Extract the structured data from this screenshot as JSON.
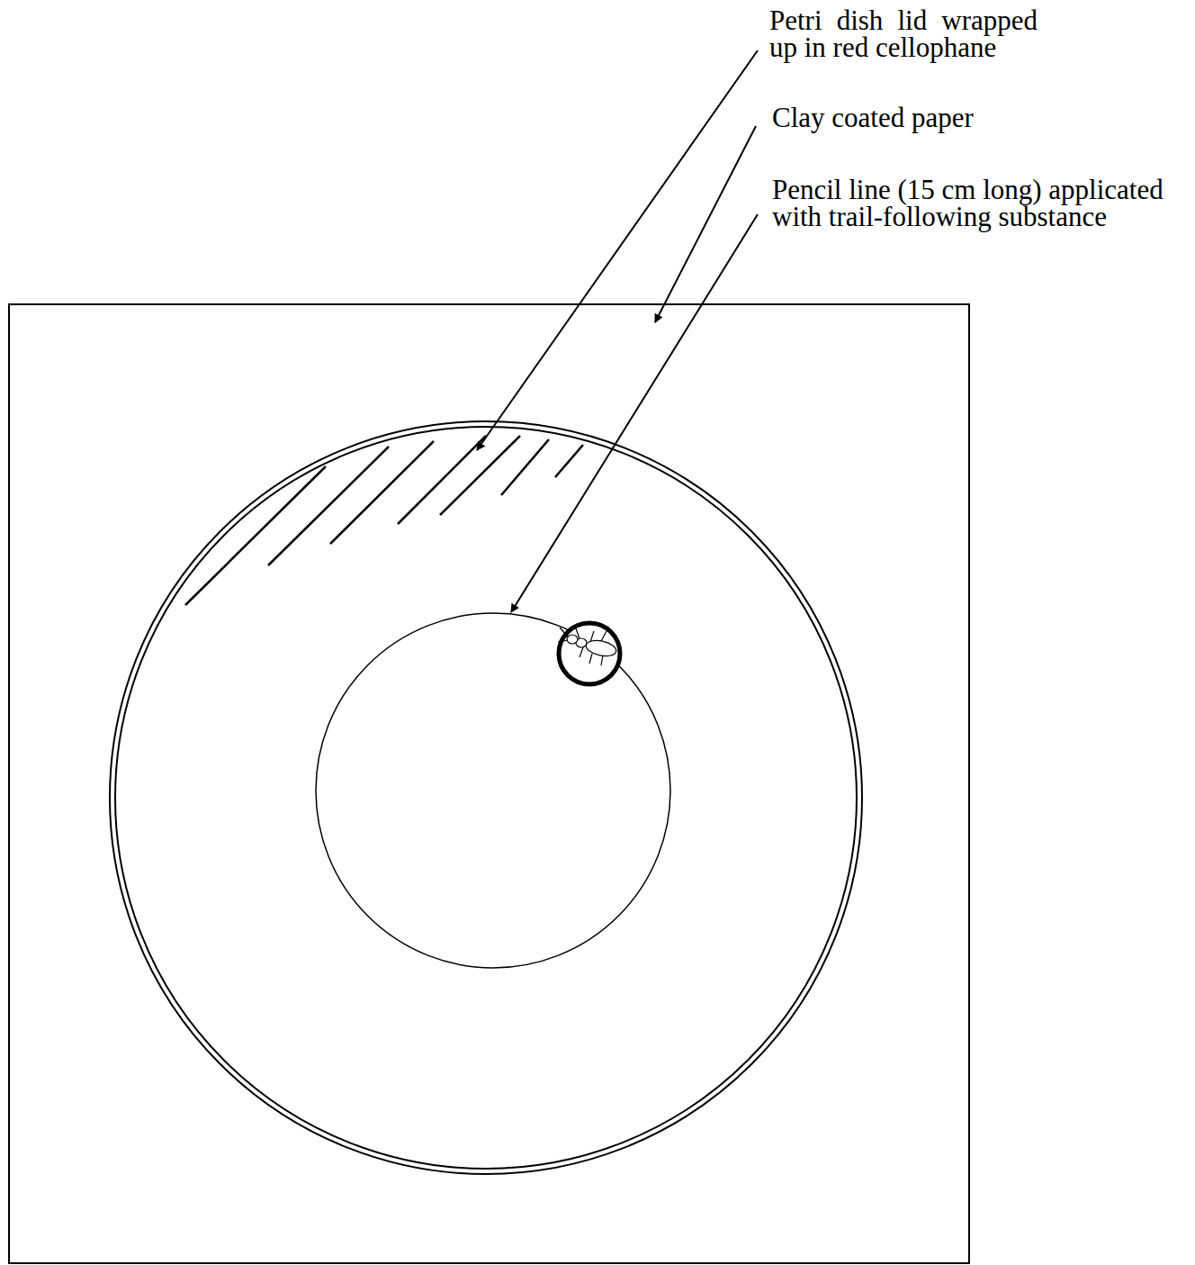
{
  "diagram": {
    "labels": [
      "Petri dish lid wrapped up in red cellophane",
      "Clay coated paper",
      "Pencil line (15 cm long) applicated with trail-following substance"
    ]
  }
}
